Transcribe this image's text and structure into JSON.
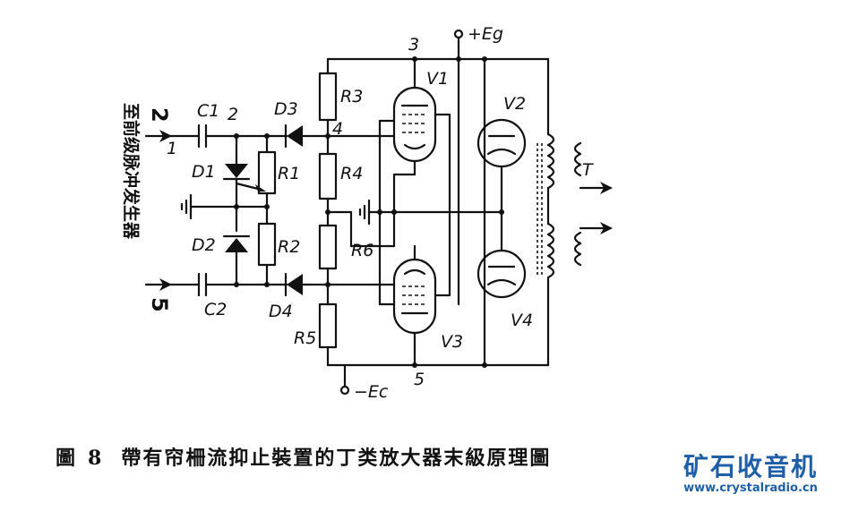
{
  "labels": {
    "input_top": "2",
    "input_bottom": "5",
    "vertical_text": "至前级脉冲发生器",
    "node1": "1",
    "node2": "2",
    "node3": "3",
    "node4": "4",
    "node5": "5",
    "C1": "C1",
    "C2": "C2",
    "D1": "D1",
    "D2": "D2",
    "D3": "D3",
    "D4": "D4",
    "R1": "R1",
    "R2": "R2",
    "R3": "R3",
    "R4": "R4",
    "R5": "R5",
    "R6": "R6",
    "V1": "V1",
    "V2": "V2",
    "V3": "V3",
    "V4": "V4",
    "T": "T",
    "supply_pos": "+Eg",
    "supply_neg": "−Ec"
  },
  "caption": {
    "figure": "圖",
    "number": "8",
    "text": "帶有帘柵流抑止裝置的丁类放大器末級原理圖"
  },
  "logo": {
    "name": "矿石收音机",
    "url": "www.crystalradio.cn"
  },
  "colors": {
    "ink": "#111111",
    "logo": "#1f5fa8"
  }
}
